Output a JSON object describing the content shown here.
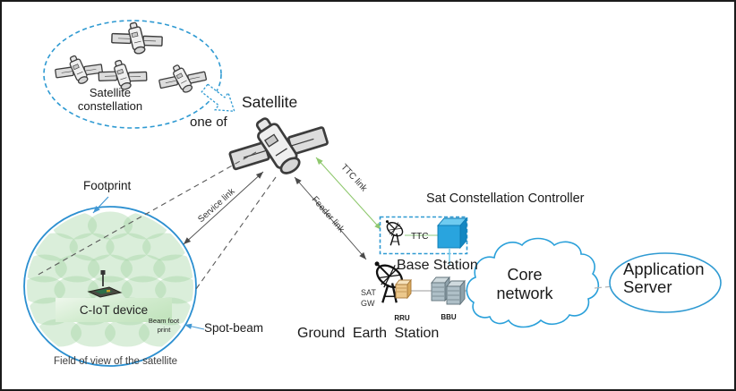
{
  "constellation": {
    "label": "Satellite\nconstellation",
    "one_of": "one of"
  },
  "satellite": {
    "label": "Satellite"
  },
  "links": {
    "service": "Service link",
    "feeder": "Feeder link",
    "ttc": "TTC link"
  },
  "footprint": {
    "label": "Footprint",
    "spot_beam": "Spot-beam",
    "beam_footprint": "Beam foot\nprint",
    "device": "C-IoT device",
    "caption": "Field of view of the satellite"
  },
  "controller": {
    "title": "Sat Constellation Controller",
    "ttc": "TTC"
  },
  "station": {
    "base_station": "Base Station",
    "sat_gw": "SAT\nGW",
    "rru": "RRU",
    "bbu": "BBU",
    "caption": "Ground Earth Station"
  },
  "core": {
    "label": "Core\nnetwork"
  },
  "server": {
    "label": "Application\nServer"
  },
  "colors": {
    "outline_blue": "#2f9ad2",
    "link_green": "#8fc86e",
    "beam_green": "#9ed29e",
    "cube_blue": "#29a4de",
    "line_dark": "#4a4a4a"
  },
  "icons": [
    "satellite-icon",
    "block-arrow-icon",
    "dish-icon",
    "ttc-antenna-icon",
    "sat-gw-dish-icon",
    "controller-node-icon",
    "rru-box-icon",
    "bbu-box-icon",
    "core-network-cloud",
    "c-iot-device-icon"
  ]
}
